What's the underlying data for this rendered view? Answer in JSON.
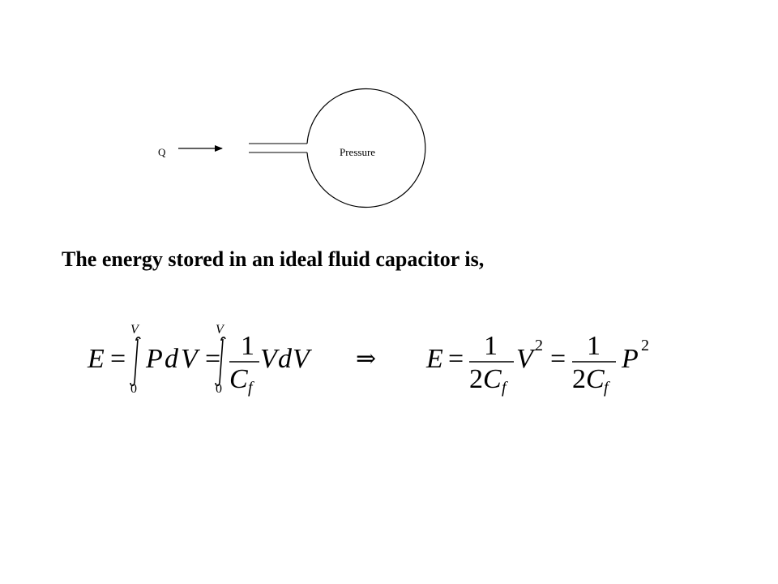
{
  "diagram": {
    "flow_label": "Q",
    "vessel_label": "Pressure"
  },
  "statement": "The energy stored in an ideal fluid capacitor is,",
  "equation": {
    "energy": "E",
    "equals": "=",
    "upper_limit": "V",
    "lower_limit": "0",
    "pressure": "P",
    "d": "d",
    "volume": "V",
    "one": "1",
    "capacitance": "C",
    "sub_f": "f",
    "two": "2",
    "squared": "2",
    "implies": "⇒"
  }
}
